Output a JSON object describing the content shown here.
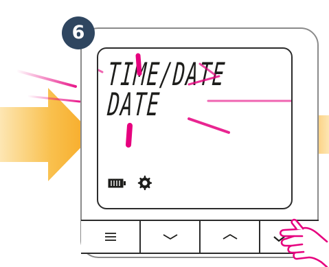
{
  "step": {
    "number": "6"
  },
  "display": {
    "line1": "TIME/DATE",
    "line2": "DATE"
  },
  "status_icons": [
    "battery-icon",
    "gear-icon"
  ],
  "buttons": [
    {
      "name": "menu-button",
      "icon": "menu-icon"
    },
    {
      "name": "down-button",
      "icon": "chevron-down-icon"
    },
    {
      "name": "up-button",
      "icon": "chevron-up-icon"
    },
    {
      "name": "confirm-button",
      "icon": "checkmark-icon"
    }
  ],
  "colors": {
    "badge": "#2f4660",
    "blink": "#e6007e",
    "arrow": "#f7a823",
    "finger": "#e6007e",
    "lcd_text": "#1d1d1b"
  }
}
